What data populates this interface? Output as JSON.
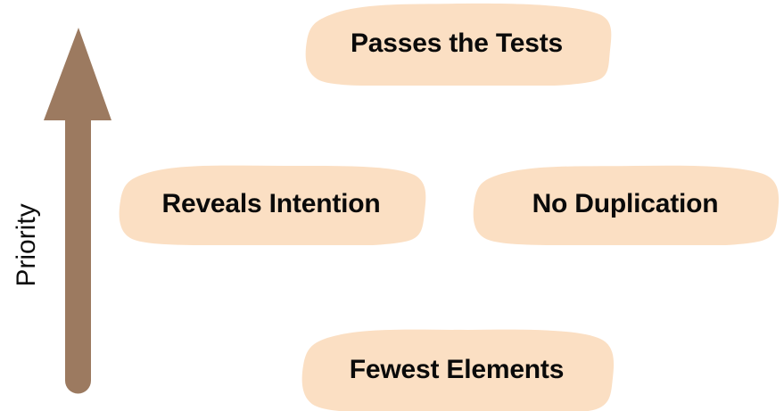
{
  "diagram": {
    "title": "Rules of Simple Design priority diagram",
    "background_color": "#ffffff",
    "axis": {
      "label": "Priority",
      "direction": "upward",
      "arrow_color": "#9c7a60",
      "arrow_icon": "up-arrow-icon",
      "label_color": "#0d0d0d",
      "label_rotation_degrees": -90
    },
    "card_style": {
      "fill_color": "#fbdfc3",
      "text_color": "#0a0a0a",
      "shape": "rounded-blob"
    },
    "cards": [
      {
        "id": "passes-the-tests",
        "label": "Passes the Tests",
        "priority_rank": 1,
        "position": "top"
      },
      {
        "id": "reveals-intention",
        "label": "Reveals Intention",
        "priority_rank": 2,
        "position": "middle-left"
      },
      {
        "id": "no-duplication",
        "label": "No Duplication",
        "priority_rank": 2,
        "position": "middle-right"
      },
      {
        "id": "fewest-elements",
        "label": "Fewest Elements",
        "priority_rank": 3,
        "position": "bottom"
      }
    ]
  }
}
